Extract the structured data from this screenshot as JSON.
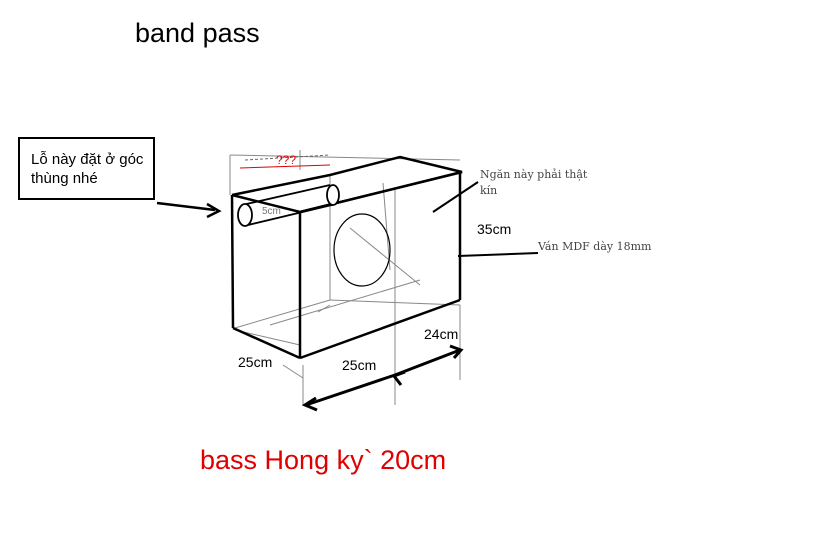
{
  "title": "band pass",
  "subtitle": "bass Hong ky` 20cm",
  "callout": {
    "line1": "Lỗ này đặt ở góc",
    "line2": "thùng nhé"
  },
  "labels": {
    "port_length": "???",
    "port_diameter": "5cm",
    "chamber_note_line1": "Ngăn này phải thật",
    "chamber_note_line2": "kín",
    "height": "35cm",
    "material": "Ván MDF dày 18mm",
    "depth": "24cm",
    "width_left": "25cm",
    "width_right": "25cm"
  },
  "colors": {
    "accent_red": "#e00000",
    "line": "#000000"
  }
}
